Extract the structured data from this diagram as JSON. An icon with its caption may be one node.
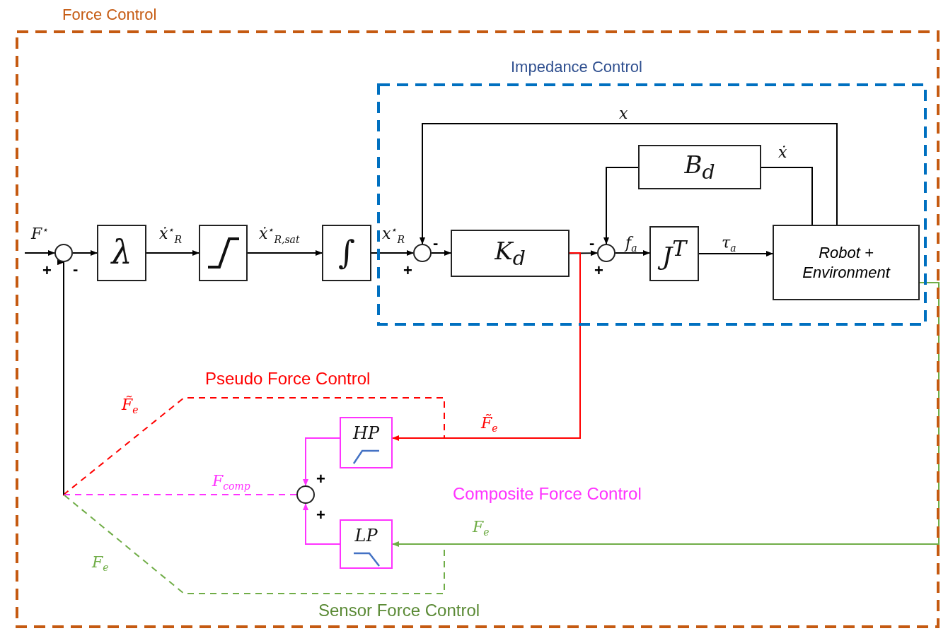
{
  "diagram": {
    "nodes": [
      {
        "text": [
          "Force Control"
        ]
      },
      {
        "text": [
          "Impedance Control"
        ],
        "in": 0
      },
      {
        "text": [],
        "shape": "circle",
        "in": 0,
        "beside": [
          "+",
          "-"
        ]
      },
      {
        "text": [
          "λ"
        ],
        "in": 0
      },
      {
        "text": [],
        "shape": "picture",
        "in": 0
      },
      {
        "text": [
          "∫"
        ],
        "in": 0
      },
      {
        "text": [],
        "shape": "circle",
        "in": 1,
        "beside": [
          "-",
          "+"
        ]
      },
      {
        "text": [
          "K$_{d}$"
        ],
        "in": 1
      },
      {
        "text": [],
        "shape": "circle",
        "in": 1,
        "beside": [
          "-",
          "+"
        ]
      },
      {
        "text": [
          "J$^{T}$"
        ],
        "in": 1
      },
      {
        "text": [
          "Robot + Environment"
        ],
        "in": 1
      },
      {
        "text": [
          "B$_{d}$"
        ],
        "in": 1
      },
      {
        "text": [
          "HP"
        ],
        "in": 0
      },
      {
        "text": [
          "LP"
        ],
        "in": 0
      },
      {
        "text": [],
        "shape": "circle",
        "in": 0,
        "beside": [
          "+",
          "+"
        ]
      }
    ],
    "edges": [
      {
        "from": null,
        "to": 2,
        "arrow": "to",
        "label": "F$^{⋆}$"
      },
      {
        "from": 2,
        "to": 3,
        "arrow": "to"
      },
      {
        "from": 3,
        "to": 4,
        "arrow": "to",
        "label": "ẋ$^{⋆}$$_{R}$"
      },
      {
        "from": 4,
        "to": 5,
        "arrow": "to",
        "label": "ẋ$^{⋆}$$_{R,sat}$"
      },
      {
        "from": 5,
        "to": 6,
        "arrow": "to",
        "label": "x$^{⋆}$$_{R}$"
      },
      {
        "from": 6,
        "to": 7,
        "arrow": "to"
      },
      {
        "from": 7,
        "to": 8,
        "arrow": "to"
      },
      {
        "from": 8,
        "to": 9,
        "arrow": "to",
        "label": "f$_{a}$"
      },
      {
        "from": 9,
        "to": 10,
        "arrow": "to",
        "label": "τ$_{a}$"
      },
      {
        "from": 10,
        "to": 6,
        "arrow": "to",
        "label": "x"
      },
      {
        "from": 10,
        "to": 11,
        "arrow": "none",
        "label": "ẋ"
      },
      {
        "from": 11,
        "to": 8,
        "arrow": "to"
      },
      {
        "from": 7,
        "to": 12,
        "arrow": "to",
        "label": "F̃$_{e}$",
        "color": "#ff0000"
      },
      {
        "from": 12,
        "to": 14,
        "arrow": "to",
        "color": "#ff33ff"
      },
      {
        "from": 13,
        "to": 14,
        "arrow": "to",
        "color": "#ff33ff"
      },
      {
        "from": 10,
        "to": 13,
        "arrow": "to",
        "label": "F$_{e}$",
        "color": "#70ad47"
      },
      {
        "from": 7,
        "to": 2,
        "arrow": "to",
        "label": "F̃$_{e}$",
        "style": "dashed",
        "color": "#ff0000"
      },
      {
        "from": 14,
        "to": 2,
        "arrow": "to",
        "label": "F$_{comp}$",
        "style": "dashed",
        "color": "#ff33ff"
      },
      {
        "from": 10,
        "to": 2,
        "arrow": "to",
        "label": "F$_{e}$",
        "style": "dashed",
        "color": "#70ad47"
      }
    ],
    "labels": [
      "Pseudo Force Control",
      "Composite Force Control",
      "Sensor Force Control"
    ]
  }
}
